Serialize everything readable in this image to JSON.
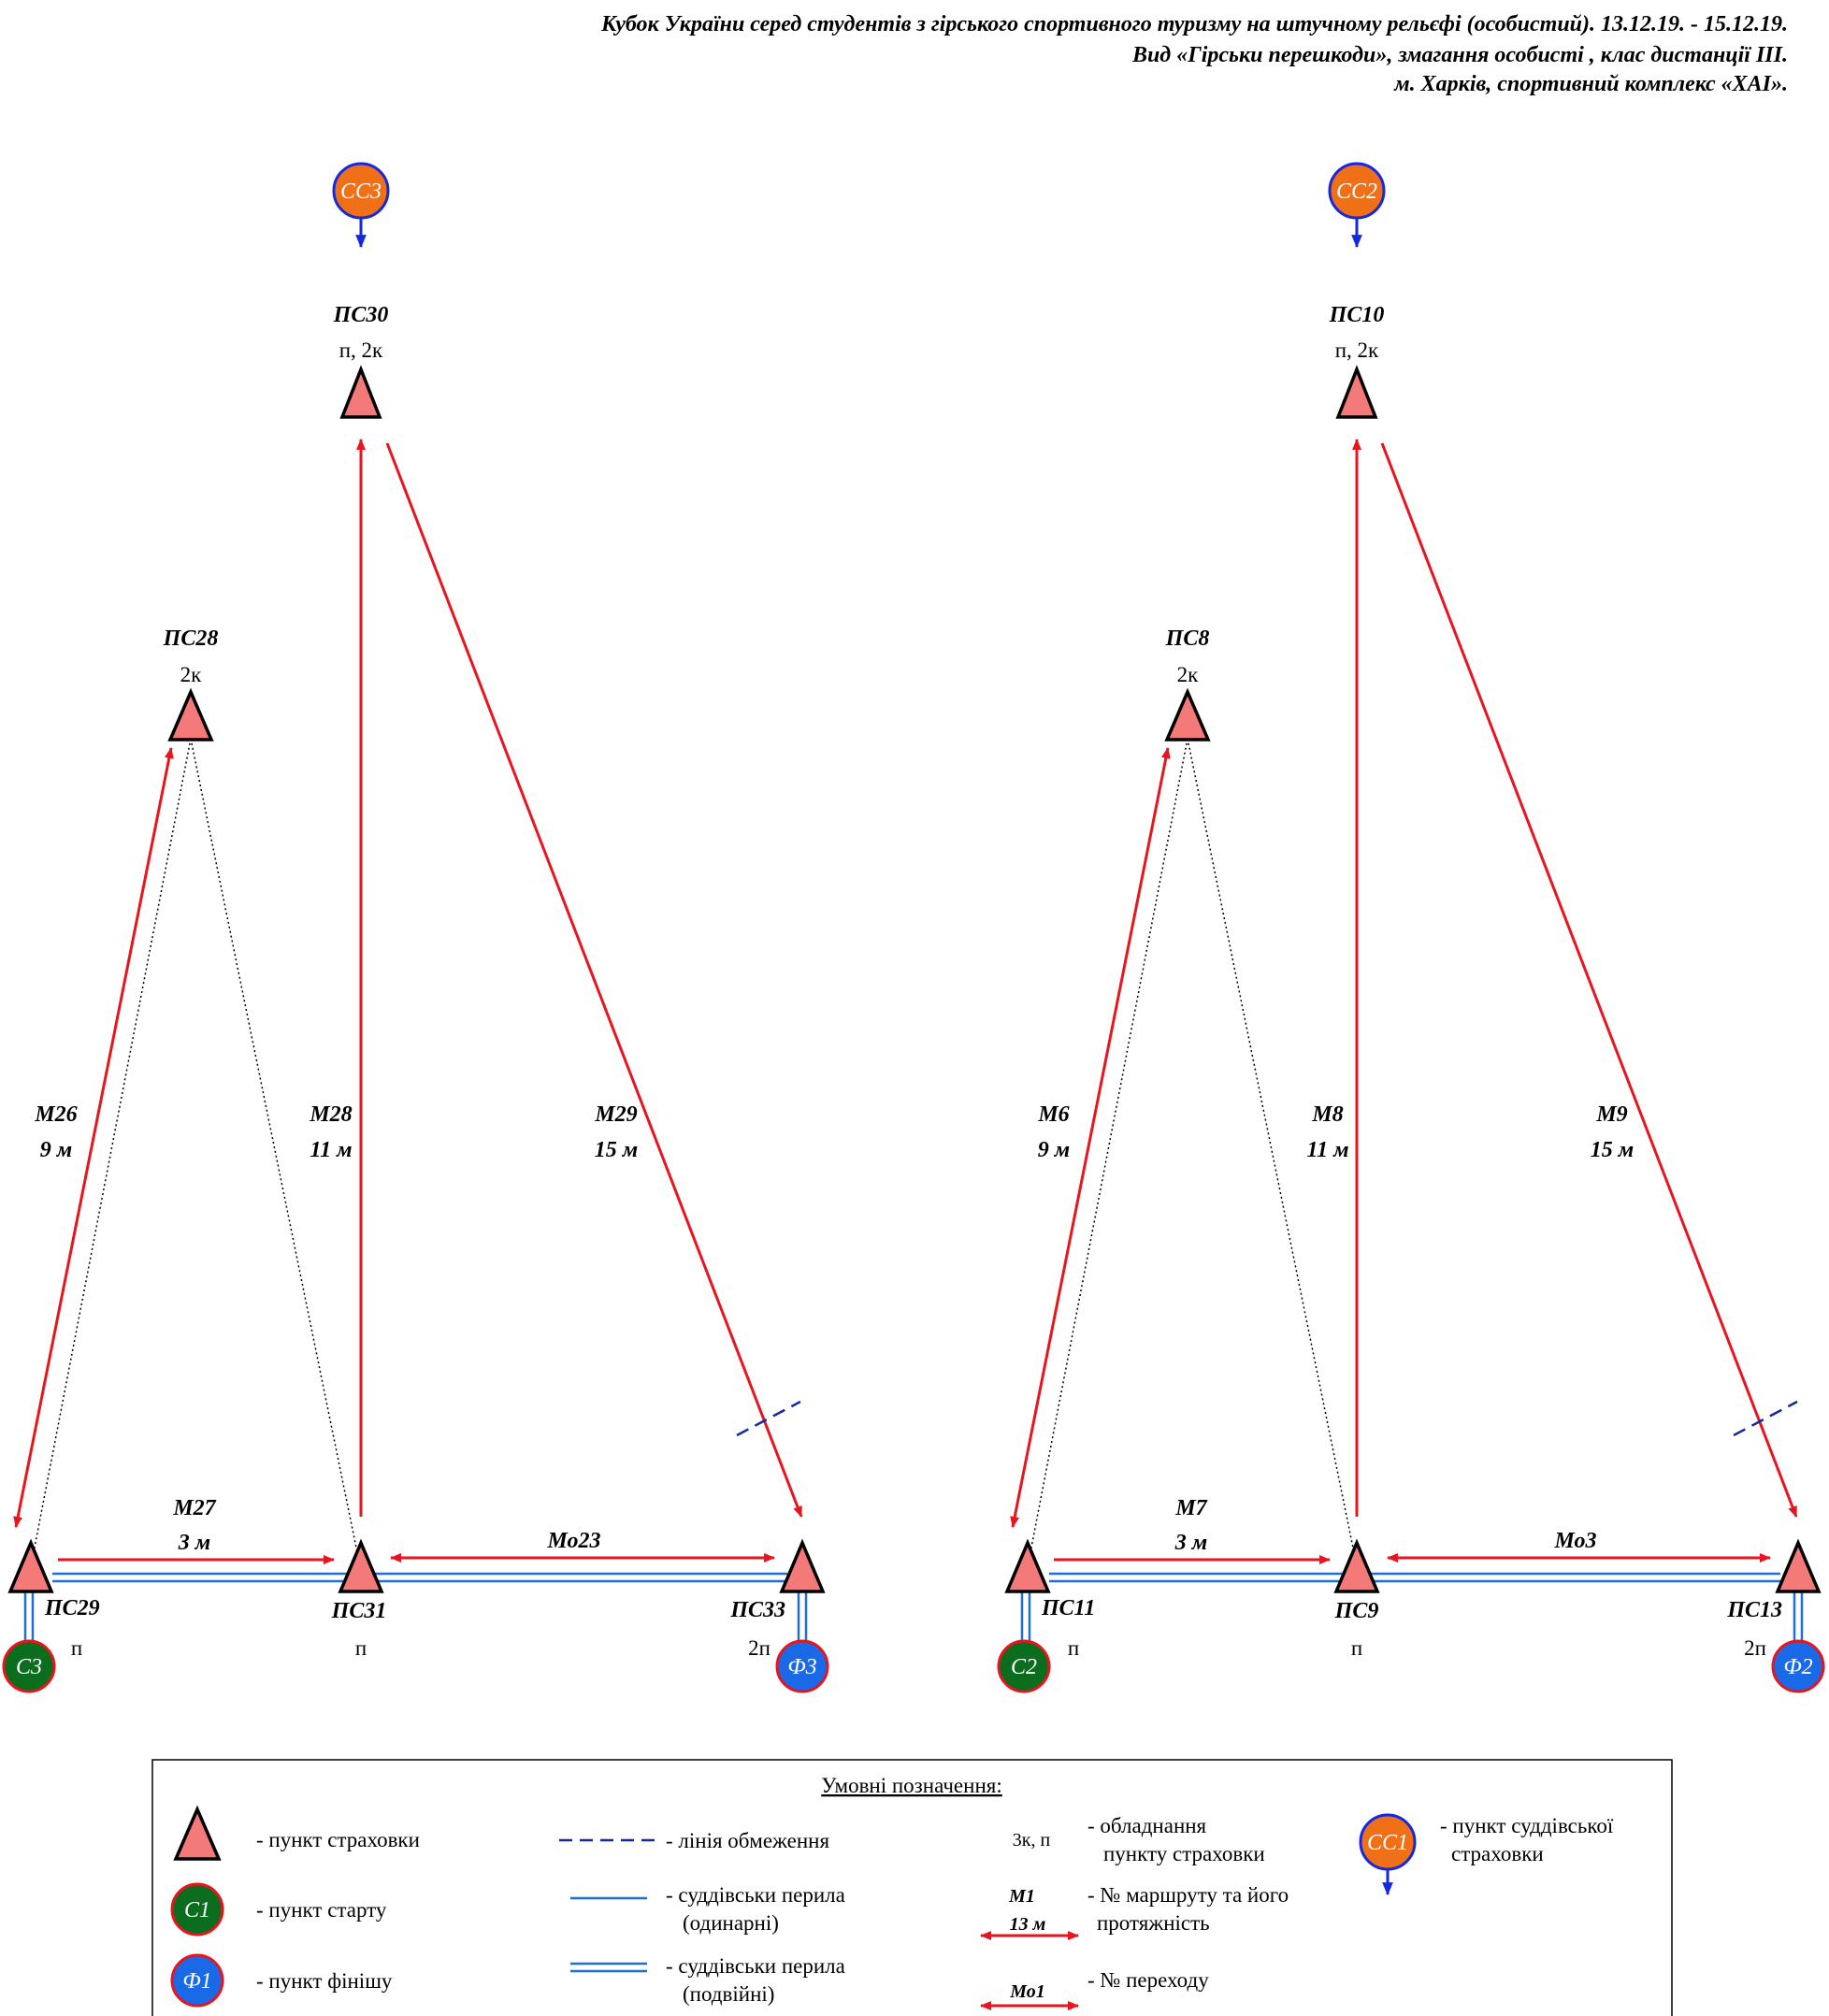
{
  "header": {
    "line1": "Кубок України серед студентів з гірського спортивного туризму на штучному рельєфі (особистий). 13.12.19. - 15.12.19.",
    "line2": "Вид «Гірськи перешкоди», змагання особисті , клас дистанції ІІІ.",
    "line3": "м. Харків, спортивний комплекс «ХАІ»."
  },
  "colors": {
    "triangle_fill": "#f47a7a",
    "route_red": "#e8141e",
    "rail_blue": "#1f6fd6",
    "limit_blue": "#1428a0",
    "start_green": "#0a6e1e",
    "finish_blue": "#1a6ae8",
    "judge_orange": "#f07018",
    "judge_arrow": "#1428e0"
  },
  "distances": [
    {
      "judge": "СС3",
      "top": {
        "name": "ПС30",
        "equip": "п, 2к"
      },
      "mid": {
        "name": "ПС28",
        "equip": "2к"
      },
      "left": {
        "name": "ПС29",
        "equip": "п"
      },
      "center": {
        "name": "ПС31",
        "equip": "п"
      },
      "right": {
        "name": "ПС33",
        "equip": "2п"
      },
      "start": "С3",
      "finish": "Ф3",
      "routes": {
        "up_left": {
          "name": "М26",
          "len": "9 м"
        },
        "vertical": {
          "name": "М28",
          "len": "11 м"
        },
        "diagonal": {
          "name": "М29",
          "len": "15 м"
        },
        "bottom": {
          "name": "М27",
          "len": "3 м"
        },
        "transfer": {
          "name": "Мо23"
        }
      }
    },
    {
      "judge": "СС2",
      "top": {
        "name": "ПС10",
        "equip": "п, 2к"
      },
      "mid": {
        "name": "ПС8",
        "equip": "2к"
      },
      "left": {
        "name": "ПС11",
        "equip": "п"
      },
      "center": {
        "name": "ПС9",
        "equip": "п"
      },
      "right": {
        "name": "ПС13",
        "equip": "2п"
      },
      "start": "С2",
      "finish": "Ф2",
      "routes": {
        "up_left": {
          "name": "М6",
          "len": "9 м"
        },
        "vertical": {
          "name": "М8",
          "len": "11 м"
        },
        "diagonal": {
          "name": "М9",
          "len": "15 м"
        },
        "bottom": {
          "name": "М7",
          "len": "3 м"
        },
        "transfer": {
          "name": "Мо3"
        }
      }
    }
  ],
  "legend": {
    "title": "Умовні позначення:",
    "belay_point": "- пункт страховки",
    "start_circle": "С1",
    "start_point": "- пункт старту",
    "finish_circle": "Ф1",
    "finish_point": "- пункт фінішу",
    "limit_line": "- лінія обмеження",
    "rail_single_1": "- суддівськи перила",
    "rail_single_2": "(одинарні)",
    "rail_double_1": "- суддівськи перила",
    "rail_double_2": "(подвійні)",
    "equip_sample": "3к, п",
    "equip_1": "- обладнання",
    "equip_2": "пункту страховки",
    "route_sample_name": "М1",
    "route_sample_len": "13 м",
    "route_1": "- № маршруту та його",
    "route_2": "протяжність",
    "transfer_sample": "Мо1",
    "transfer_text": "- № переходу",
    "judge_circle": "СС1",
    "judge_1": "- пункт суддівської",
    "judge_2": "страховки"
  }
}
